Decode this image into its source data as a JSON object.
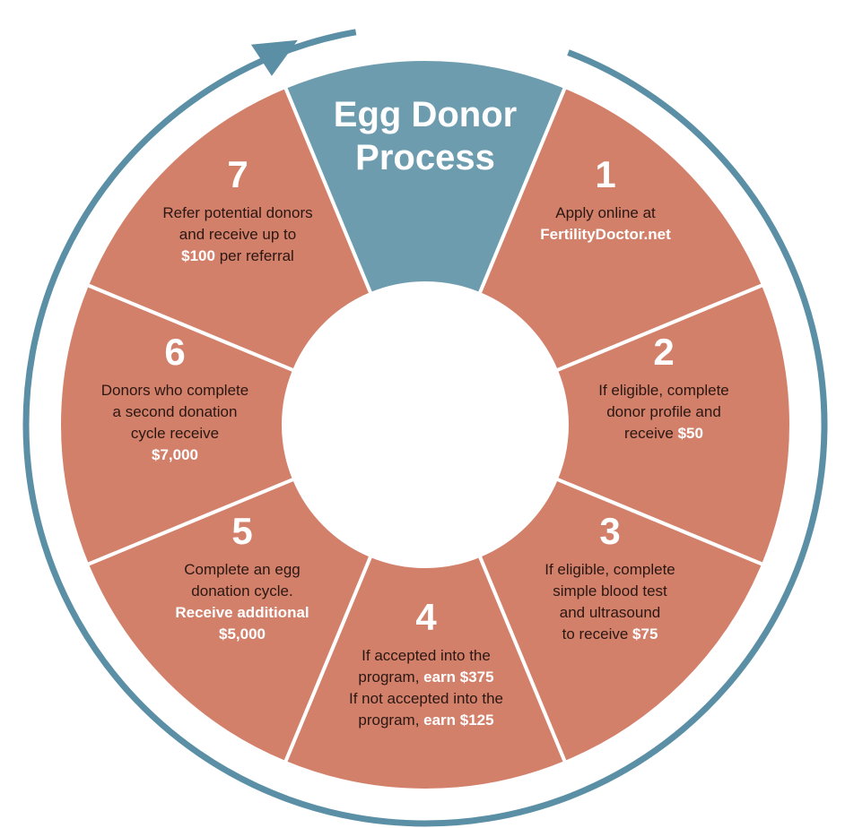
{
  "title": {
    "line1": "Egg Donor",
    "line2": "Process"
  },
  "colors": {
    "segment": "#d3806b",
    "title_segment": "#6e9caf",
    "ring": "#5a8fa6",
    "highlight": "#ffffff"
  },
  "steps": [
    {
      "number": "1",
      "lines": [
        [
          "Apply online at"
        ],
        [
          "",
          "FertilityDoctor.net"
        ]
      ]
    },
    {
      "number": "2",
      "lines": [
        [
          "If eligible, complete"
        ],
        [
          "donor profile and"
        ],
        [
          "receive ",
          "$50"
        ]
      ]
    },
    {
      "number": "3",
      "lines": [
        [
          "If eligible, complete"
        ],
        [
          "simple blood test"
        ],
        [
          "and ultrasound"
        ],
        [
          "to receive ",
          "$75"
        ]
      ]
    },
    {
      "number": "4",
      "lines": [
        [
          "If accepted into the"
        ],
        [
          "program, ",
          "earn $375"
        ],
        [
          "If not accepted into the"
        ],
        [
          "program, ",
          "earn $125"
        ]
      ]
    },
    {
      "number": "5",
      "lines": [
        [
          "Complete an egg"
        ],
        [
          "donation cycle."
        ],
        [
          "",
          "Receive additional"
        ],
        [
          "",
          "$5,000"
        ]
      ]
    },
    {
      "number": "6",
      "lines": [
        [
          "Donors who complete"
        ],
        [
          "a second donation"
        ],
        [
          "cycle receive"
        ],
        [
          "",
          "$7,000"
        ]
      ]
    },
    {
      "number": "7",
      "lines": [
        [
          "Refer potential donors"
        ],
        [
          "and receive up to"
        ],
        [
          "",
          "$100",
          " per referral"
        ]
      ]
    }
  ]
}
